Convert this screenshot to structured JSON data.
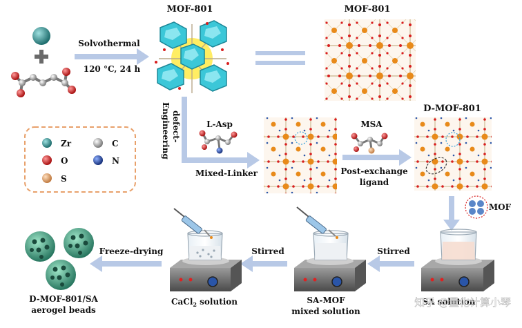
{
  "labels": {
    "mof801_top": "MOF-801",
    "mof801_right": "MOF-801",
    "solvothermal": "Solvothermal",
    "conditions": "120 °C, 24 h",
    "defect_line1": "defect-",
    "defect_line2": "Engineering",
    "l_asp": "L-Asp",
    "mixed_linker": "Mixed-Linker",
    "msa": "MSA",
    "post_exchange_1": "Post-exchange",
    "post_exchange_2": "ligand",
    "d_mof801": "D-MOF-801",
    "mof_badge": "MOF",
    "stirred_1": "Stirred",
    "stirred_2": "Stirred",
    "freeze_drying": "Freeze-drying",
    "sa_solution": "SA solution",
    "sa_mof_1": "SA-MOF",
    "sa_mof_2": "mixed solution",
    "cacl2_main": "CaCl",
    "cacl2_sub": "2",
    "cacl2_tail": " solution",
    "beads_1": "D-MOF-801/SA",
    "beads_2": "aerogel beads",
    "watermark": "知乎 @量化计算小琴"
  },
  "legend": [
    {
      "symbol": "Zr",
      "color": "#2f8f8f"
    },
    {
      "symbol": "C",
      "color": "#b5b5b5"
    },
    {
      "symbol": "O",
      "color": "#d81e1e"
    },
    {
      "symbol": "N",
      "color": "#2a55a8"
    },
    {
      "symbol": "S",
      "color": "#e0a070"
    }
  ],
  "colors": {
    "arrow": "#b8c9e6",
    "zr_ball": "#2f8f8f",
    "oxygen": "#d81e1e",
    "nitrogen": "#2a55a8",
    "cage": "#3bc7d8",
    "mof_orange": "#e88a1a",
    "legend_border": "#e8a06a",
    "bead": "#3aa88a",
    "hotplate": "#6e6e6e"
  }
}
